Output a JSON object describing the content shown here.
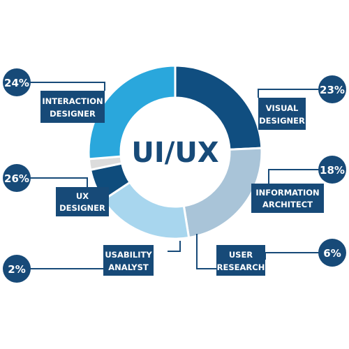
{
  "chart_data": {
    "type": "pie",
    "title": "UI/UX",
    "slices": [
      {
        "label": "INTERACTION DESIGNER",
        "value": 24,
        "percent_label": "24%",
        "color": "#104e80"
      },
      {
        "label": "VISUAL DESIGNER",
        "value": 23,
        "percent_label": "23%",
        "color": "#a9c4d8"
      },
      {
        "label": "INFORMATION ARCHITECT",
        "value": 18,
        "percent_label": "18%",
        "color": "#a8d6ee"
      },
      {
        "label": "USER RESEARCH",
        "value": 6,
        "percent_label": "6%",
        "color": "#0f4c7c"
      },
      {
        "label": "USABILITY ANALYST",
        "value": 2,
        "percent_label": "2%",
        "color": "#dcdcdc"
      },
      {
        "label": "UX DESIGNER",
        "value": 26,
        "percent_label": "26%",
        "color": "#2aa7dc"
      }
    ]
  },
  "labels": {
    "interaction": [
      "INTERACTION",
      "DESIGNER"
    ],
    "visual": [
      "VISUAL",
      "DESIGNER"
    ],
    "information": [
      "INFORMATION",
      "ARCHITECT"
    ],
    "user_research": [
      "USER",
      "RESEARCH"
    ],
    "usability": [
      "USABILITY",
      "ANALYST"
    ],
    "ux": [
      "UX",
      "DESIGNER"
    ]
  },
  "colors": {
    "label_bg": "#174a78",
    "connector": "#174a78",
    "center_text": "#174a78"
  }
}
